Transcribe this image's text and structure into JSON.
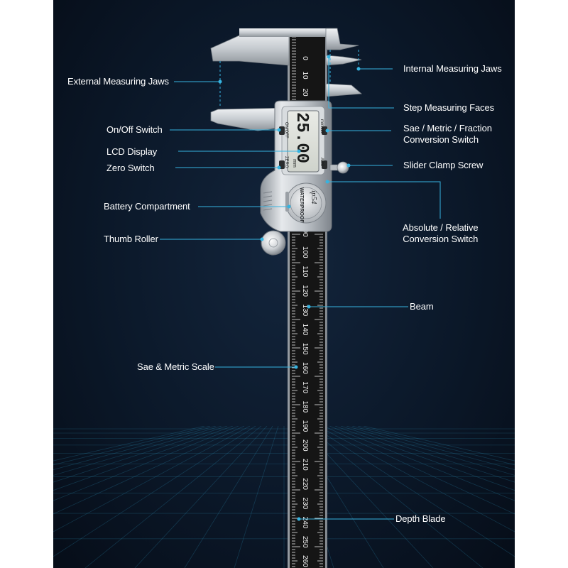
{
  "callouts": {
    "external_jaws": "External Measuring Jaws",
    "internal_jaws": "Internal Measuring Jaws",
    "step_faces": "Step Measuring Faces",
    "on_off": "On/Off Switch",
    "conversion_line1": "Sae / Metric / Fraction",
    "conversion_line2": "Conversion Switch",
    "lcd_display": "LCD Display",
    "zero_switch": "Zero Switch",
    "slider_clamp": "Slider Clamp Screw",
    "battery": "Battery Compartment",
    "absolute_line1": "Absolute / Relative",
    "absolute_line2": "Conversion Switch",
    "thumb_roller": "Thumb Roller",
    "beam": "Beam",
    "scale": "Sae & Metric Scale",
    "depth_blade": "Depth Blade"
  },
  "device": {
    "lcd_reading": "25.00",
    "lcd_unit": "mm",
    "button_on_off": "ON/OFF",
    "button_zero": "ZERO",
    "button_mode": "mm/in/F",
    "button_abs": "ABS",
    "badge_waterproof": "WATERPROOF",
    "badge_ip": "ip54",
    "scale_top": [
      "0",
      "10",
      "20"
    ],
    "scale_main": [
      "90",
      "100",
      "110",
      "120",
      "130",
      "140",
      "150",
      "160",
      "170",
      "180",
      "190",
      "200",
      "210",
      "220",
      "230",
      "240",
      "250",
      "260"
    ]
  },
  "colors": {
    "accent": "#36b3e0",
    "background": "#0b1829",
    "metal": "#c9ced4",
    "scale_black": "#141414"
  }
}
